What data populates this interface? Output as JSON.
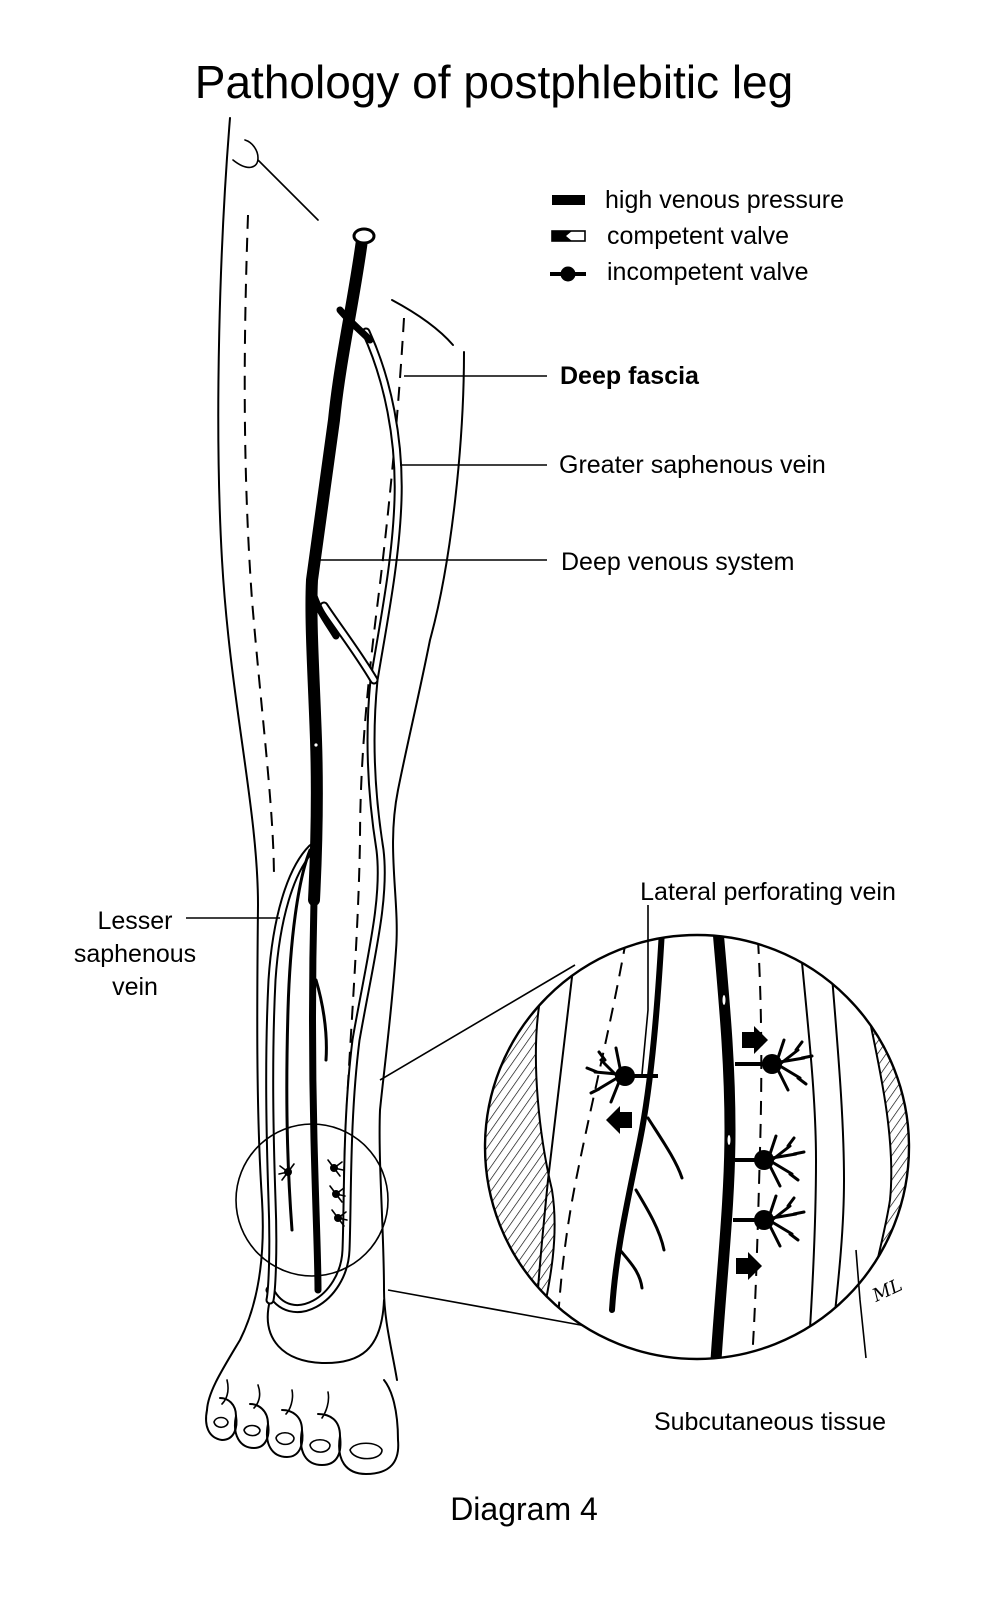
{
  "title": "Pathology of postphlebitic leg",
  "legend": [
    {
      "symbol": "high-venous-pressure",
      "label": "high venous pressure"
    },
    {
      "symbol": "competent-valve",
      "label": "competent valve"
    },
    {
      "symbol": "incompetent-valve",
      "label": "incompetent valve"
    }
  ],
  "labels": {
    "deep_fascia": "Deep fascia",
    "greater_saphenous": "Greater saphenous vein",
    "deep_venous": "Deep venous system",
    "lesser_saphenous_1": "Lesser",
    "lesser_saphenous_2": "saphenous",
    "lesser_saphenous_3": "vein",
    "lateral_perforating": "Lateral perforating vein",
    "subcutaneous": "Subcutaneous tissue"
  },
  "signature": "ML",
  "caption": "Diagram 4"
}
